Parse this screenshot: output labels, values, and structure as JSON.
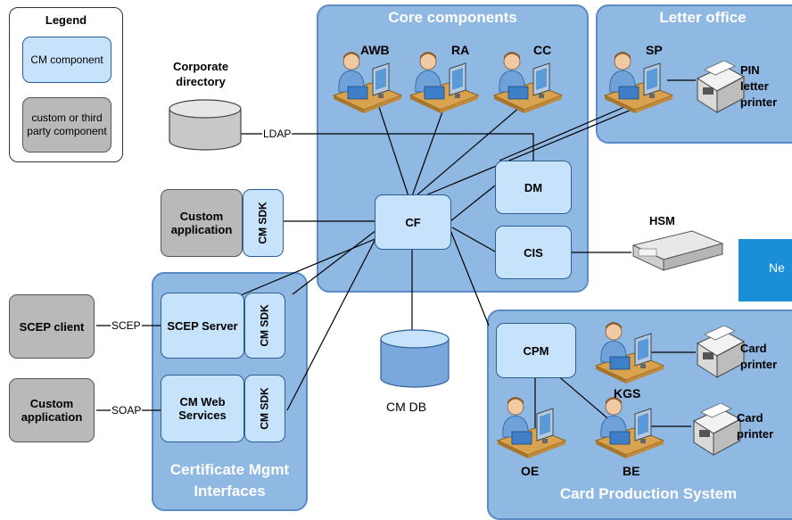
{
  "legend": {
    "title": "Legend",
    "cm_component": "CM component",
    "custom_component": "custom or third party component"
  },
  "groups": {
    "core": "Core components",
    "letter": "Letter office",
    "cmi": "Certificate Mgmt Interfaces",
    "cps": "Card Production System"
  },
  "people": {
    "awb": "AWB",
    "ra": "RA",
    "cc": "CC",
    "sp": "SP",
    "kgs": "KGS",
    "oe": "OE",
    "be": "BE"
  },
  "nodes": {
    "cf": "CF",
    "dm": "DM",
    "cis": "CIS",
    "cpm": "CPM",
    "scep_server": "SCEP Server",
    "cm_web_services": "CM Web Services",
    "sdk": "CM SDK",
    "custom_app": "Custom application",
    "scep_client": "SCEP client",
    "custom_app2": "Custom application"
  },
  "devices": {
    "corporate_directory": "Corporate directory",
    "cm_db": "CM DB",
    "hsm": "HSM",
    "pin_printer": "PIN letter printer",
    "card_printer_1": "Card printer",
    "card_printer_2": "Card printer",
    "ne": "Ne"
  },
  "connectors": {
    "ldap": "LDAP",
    "scep": "SCEP",
    "soap": "SOAP"
  }
}
